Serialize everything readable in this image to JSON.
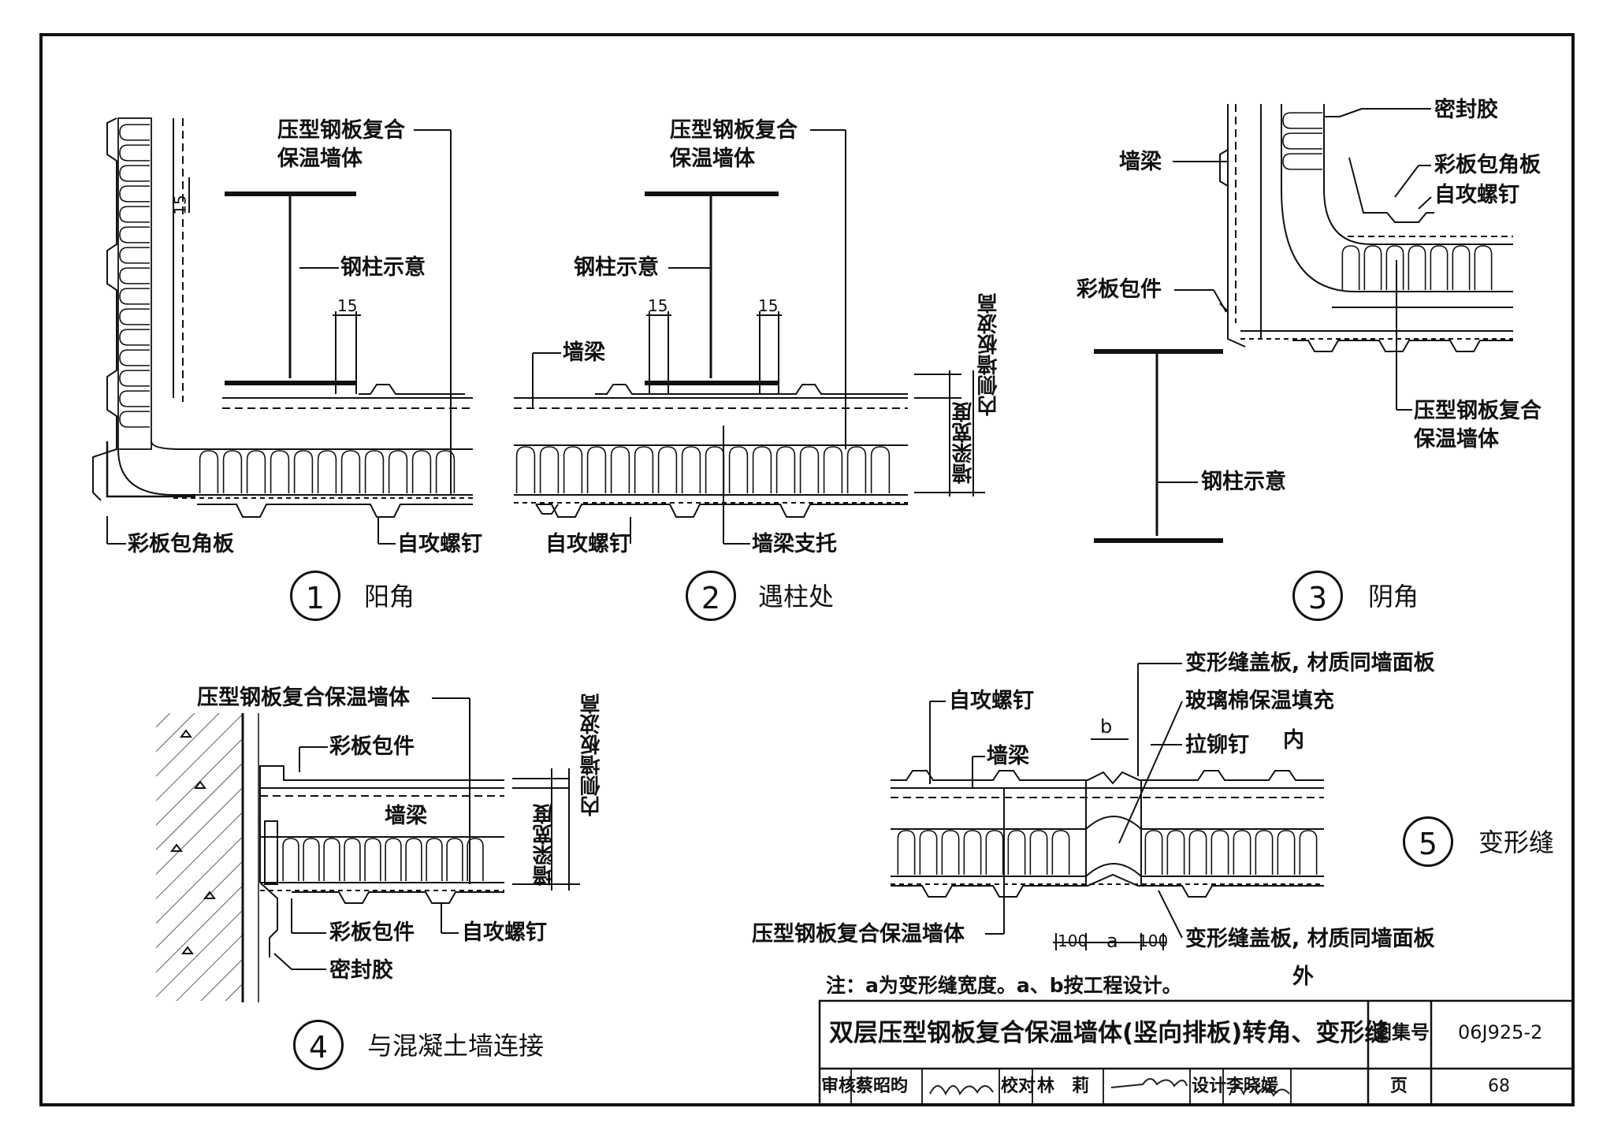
{
  "details": {
    "d1": {
      "number": "1",
      "title": "阳角",
      "labels": {
        "panel_l1": "压型钢板复合",
        "panel_l2": "保温墙体",
        "column": "钢柱示意",
        "dim_a": "15",
        "dim_b": "15",
        "corner": "彩板包角板",
        "screw": "自攻螺钉"
      }
    },
    "d2": {
      "number": "2",
      "title": "遇柱处",
      "labels": {
        "panel_l1": "压型钢板复合",
        "panel_l2": "保温墙体",
        "column": "钢柱示意",
        "beam": "墙梁",
        "dim_a": "15",
        "dim_b": "15",
        "screw": "自攻螺钉",
        "support": "墙梁支托",
        "wave_height": "内侧墙板波高",
        "beam_width": "墙梁宽度"
      }
    },
    "d3": {
      "number": "3",
      "title": "阴角",
      "labels": {
        "sealant": "密封胶",
        "corner": "彩板包角板",
        "screw": "自攻螺钉",
        "beam": "墙梁",
        "flashing": "彩板包件",
        "panel_l1": "压型钢板复合",
        "panel_l2": "保温墙体",
        "column": "钢柱示意"
      }
    },
    "d4": {
      "number": "4",
      "title": "与混凝土墙连接",
      "labels": {
        "panel": "压型钢板复合保温墙体",
        "flashing_top": "彩板包件",
        "beam": "墙梁",
        "flashing_bottom": "彩板包件",
        "screw": "自攻螺钉",
        "sealant": "密封胶",
        "wave_height": "内侧墙板波高",
        "beam_width": "墙梁宽度"
      }
    },
    "d5": {
      "number": "5",
      "title": "变形缝",
      "labels": {
        "cover_top": "变形缝盖板, 材质同墙面板",
        "glasswool": "玻璃棉保温填充",
        "screw": "自攻螺钉",
        "rivet": "拉铆钉",
        "inside": "内",
        "outside": "外",
        "beam": "墙梁",
        "panel": "压型钢板复合保温墙体",
        "cover_bottom": "变形缝盖板, 材质同墙面板",
        "dim_b": "b",
        "dim_100_left": "100",
        "dim_a": "a",
        "dim_100_right": "100"
      }
    }
  },
  "note": "注：a为变形缝宽度。a、b按工程设计。",
  "title_block": {
    "title": "双层压型钢板复合保温墙体(竖向排板)转角、变形缝",
    "atlas_label": "图集号",
    "atlas_no": "06J925-2",
    "review_label": "审核",
    "reviewer": "蔡昭昀",
    "check_label": "校对",
    "checker": "林　莉",
    "design_label": "设计",
    "designer": "李晓媛",
    "page_label": "页",
    "page_no": "68"
  }
}
